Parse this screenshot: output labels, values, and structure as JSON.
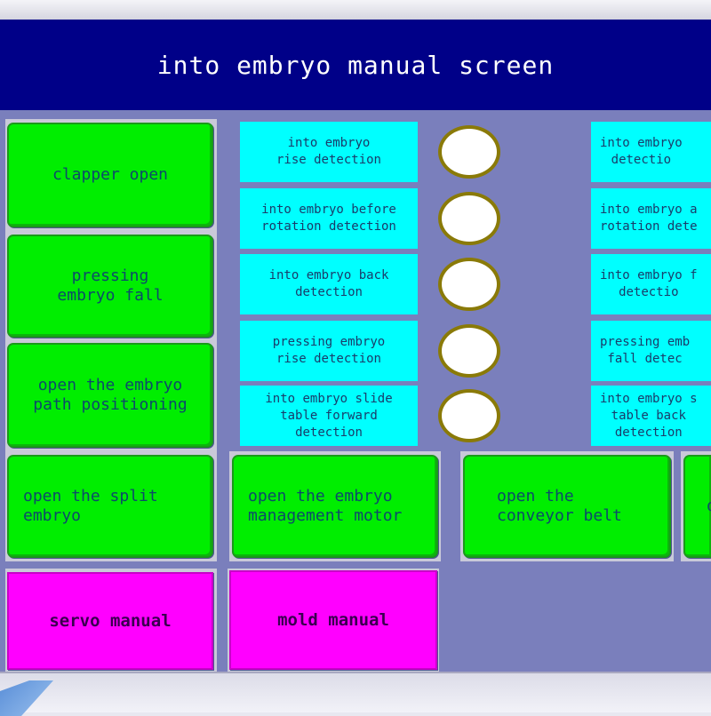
{
  "header": {
    "title": "into embryo manual screen"
  },
  "left_buttons": [
    {
      "label": "clapper open"
    },
    {
      "label": "pressing\nembryo fall"
    },
    {
      "label": "open the embryo\npath positioning"
    }
  ],
  "detections_left": [
    {
      "label": "into embryo\nrise detection"
    },
    {
      "label": "into embryo before\nrotation detection"
    },
    {
      "label": "into embryo back\ndetection"
    },
    {
      "label": "pressing embryo\nrise detection"
    },
    {
      "label": "into embryo slide\ntable forward\ndetection"
    }
  ],
  "detections_right": [
    {
      "label": "into embryo\ndetectio"
    },
    {
      "label": "into embryo a\nrotation dete"
    },
    {
      "label": "into embryo f\ndetectio"
    },
    {
      "label": "pressing emb\nfall detec"
    },
    {
      "label": "into embryo s\ntable back\ndetection"
    }
  ],
  "bottom_buttons": [
    {
      "label": "open the split\nembryo"
    },
    {
      "label": "open the embryo\nmanagement motor"
    },
    {
      "label": "open the\nconveyor belt"
    },
    {
      "label": "o"
    }
  ],
  "manual_buttons": [
    {
      "label": "servo manual"
    },
    {
      "label": "mold manual"
    }
  ],
  "colors": {
    "header_bg": "#000088",
    "panel_bg": "#7a7fbc",
    "button_green": "#00ee00",
    "detection_cyan": "#00ffff",
    "button_magenta": "#ff00ff",
    "lamp_off": "#ffffff"
  }
}
